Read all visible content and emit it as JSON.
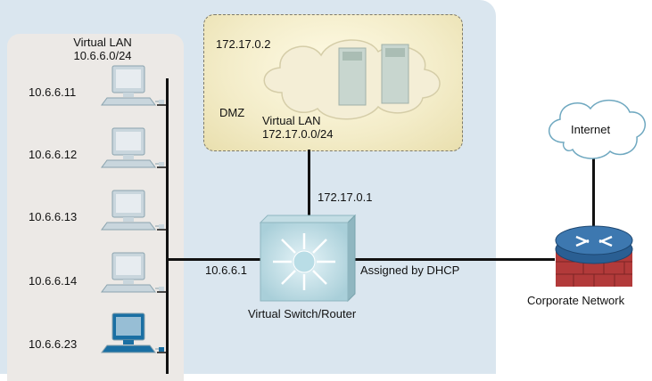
{
  "lan": {
    "title": "Virtual LAN",
    "subnet": "10.6.6.0/24",
    "hosts": [
      "10.6.6.11",
      "10.6.6.12",
      "10.6.6.13",
      "10.6.6.14",
      "10.6.6.23"
    ]
  },
  "dmz": {
    "server_ip": "172.17.0.2",
    "label": "DMZ",
    "vlan_title": "Virtual LAN",
    "vlan_subnet": "172.17.0.0/24"
  },
  "switch": {
    "label": "Virtual Switch/Router",
    "dmz_ip": "172.17.0.1",
    "lan_ip": "10.6.6.1",
    "wan_label": "Assigned by DHCP"
  },
  "internet": {
    "label": "Internet"
  },
  "corporate": {
    "label": "Corporate Network"
  },
  "colors": {
    "network_panel": "#dae6ef",
    "lan_panel": "#ece9e6",
    "dmz_fill": "#f3ecc8",
    "active_host": "#1a6fa3",
    "inactive_host": "#c9d6dd"
  }
}
